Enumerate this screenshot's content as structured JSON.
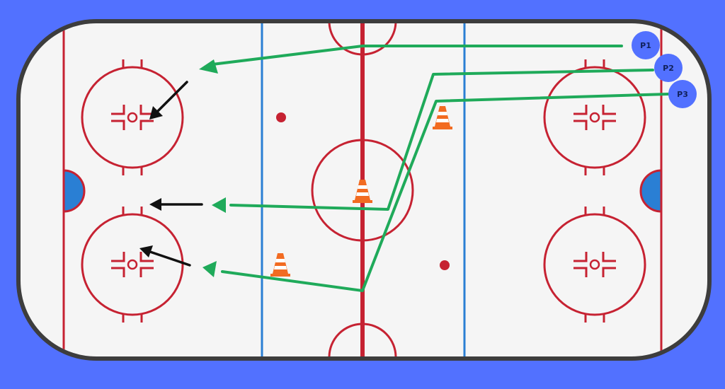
{
  "colors": {
    "background": "#5271ff",
    "ice": "#f5f5f5",
    "boards": "#3d3d3d",
    "red_line": "#c62232",
    "blue_line": "#2a7fd4",
    "crease": "#2a7fd4",
    "skate_path": "#1faa5a",
    "pass_arrow": "#111111",
    "player": "#5271ff",
    "cone_orange": "#f26b21",
    "cone_white": "#ffffff"
  },
  "players": [
    {
      "id": "p1",
      "label": "P1"
    },
    {
      "id": "p2",
      "label": "P2"
    },
    {
      "id": "p3",
      "label": "P3"
    }
  ],
  "icons": {
    "cone": "traffic-cone-icon",
    "player": "player-marker-icon",
    "arrow": "arrow-icon"
  }
}
